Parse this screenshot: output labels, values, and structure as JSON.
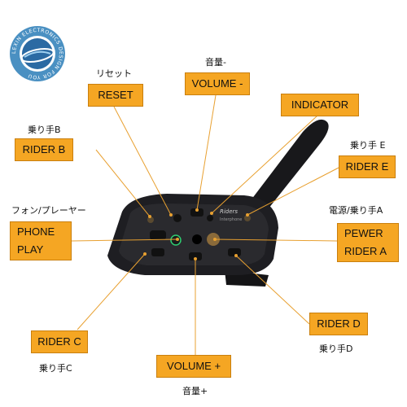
{
  "logo": {
    "ring_text": "LEXIN ELECTRONICS DESIGN FOR YOU",
    "colors": {
      "ring": "#4a90c2",
      "core": "#1c4f80"
    }
  },
  "product": {
    "brand": "Riders",
    "sub": "Interphone"
  },
  "labels": {
    "reset": {
      "en": "RESET",
      "jp": "リセット"
    },
    "volume_minus": {
      "en": "VOLUME -",
      "jp": "音量-"
    },
    "indicator": {
      "en": "INDICATOR"
    },
    "rider_b": {
      "en": "RIDER B",
      "jp": "乗り手B"
    },
    "rider_e": {
      "en": "RIDER E",
      "jp": "乗り手 E"
    },
    "phone_play": {
      "en_line1": "PHONE",
      "en_line2": "PLAY",
      "jp": "フォン/プレーヤー"
    },
    "power_rider_a": {
      "en_line1": "PEWER",
      "en_line2": "RIDER A",
      "jp": "電源/乗り手A"
    },
    "rider_c": {
      "en": "RIDER C",
      "jp": "乗り手C"
    },
    "rider_d": {
      "en": "RIDER D",
      "jp": "乗り手D"
    },
    "volume_plus": {
      "en": "VOLUME +",
      "jp": "音量+"
    }
  },
  "colors": {
    "box_fill": "#f5a623",
    "box_border": "#c97f0e",
    "leader": "#e8a030",
    "device": "#1e1e22"
  }
}
